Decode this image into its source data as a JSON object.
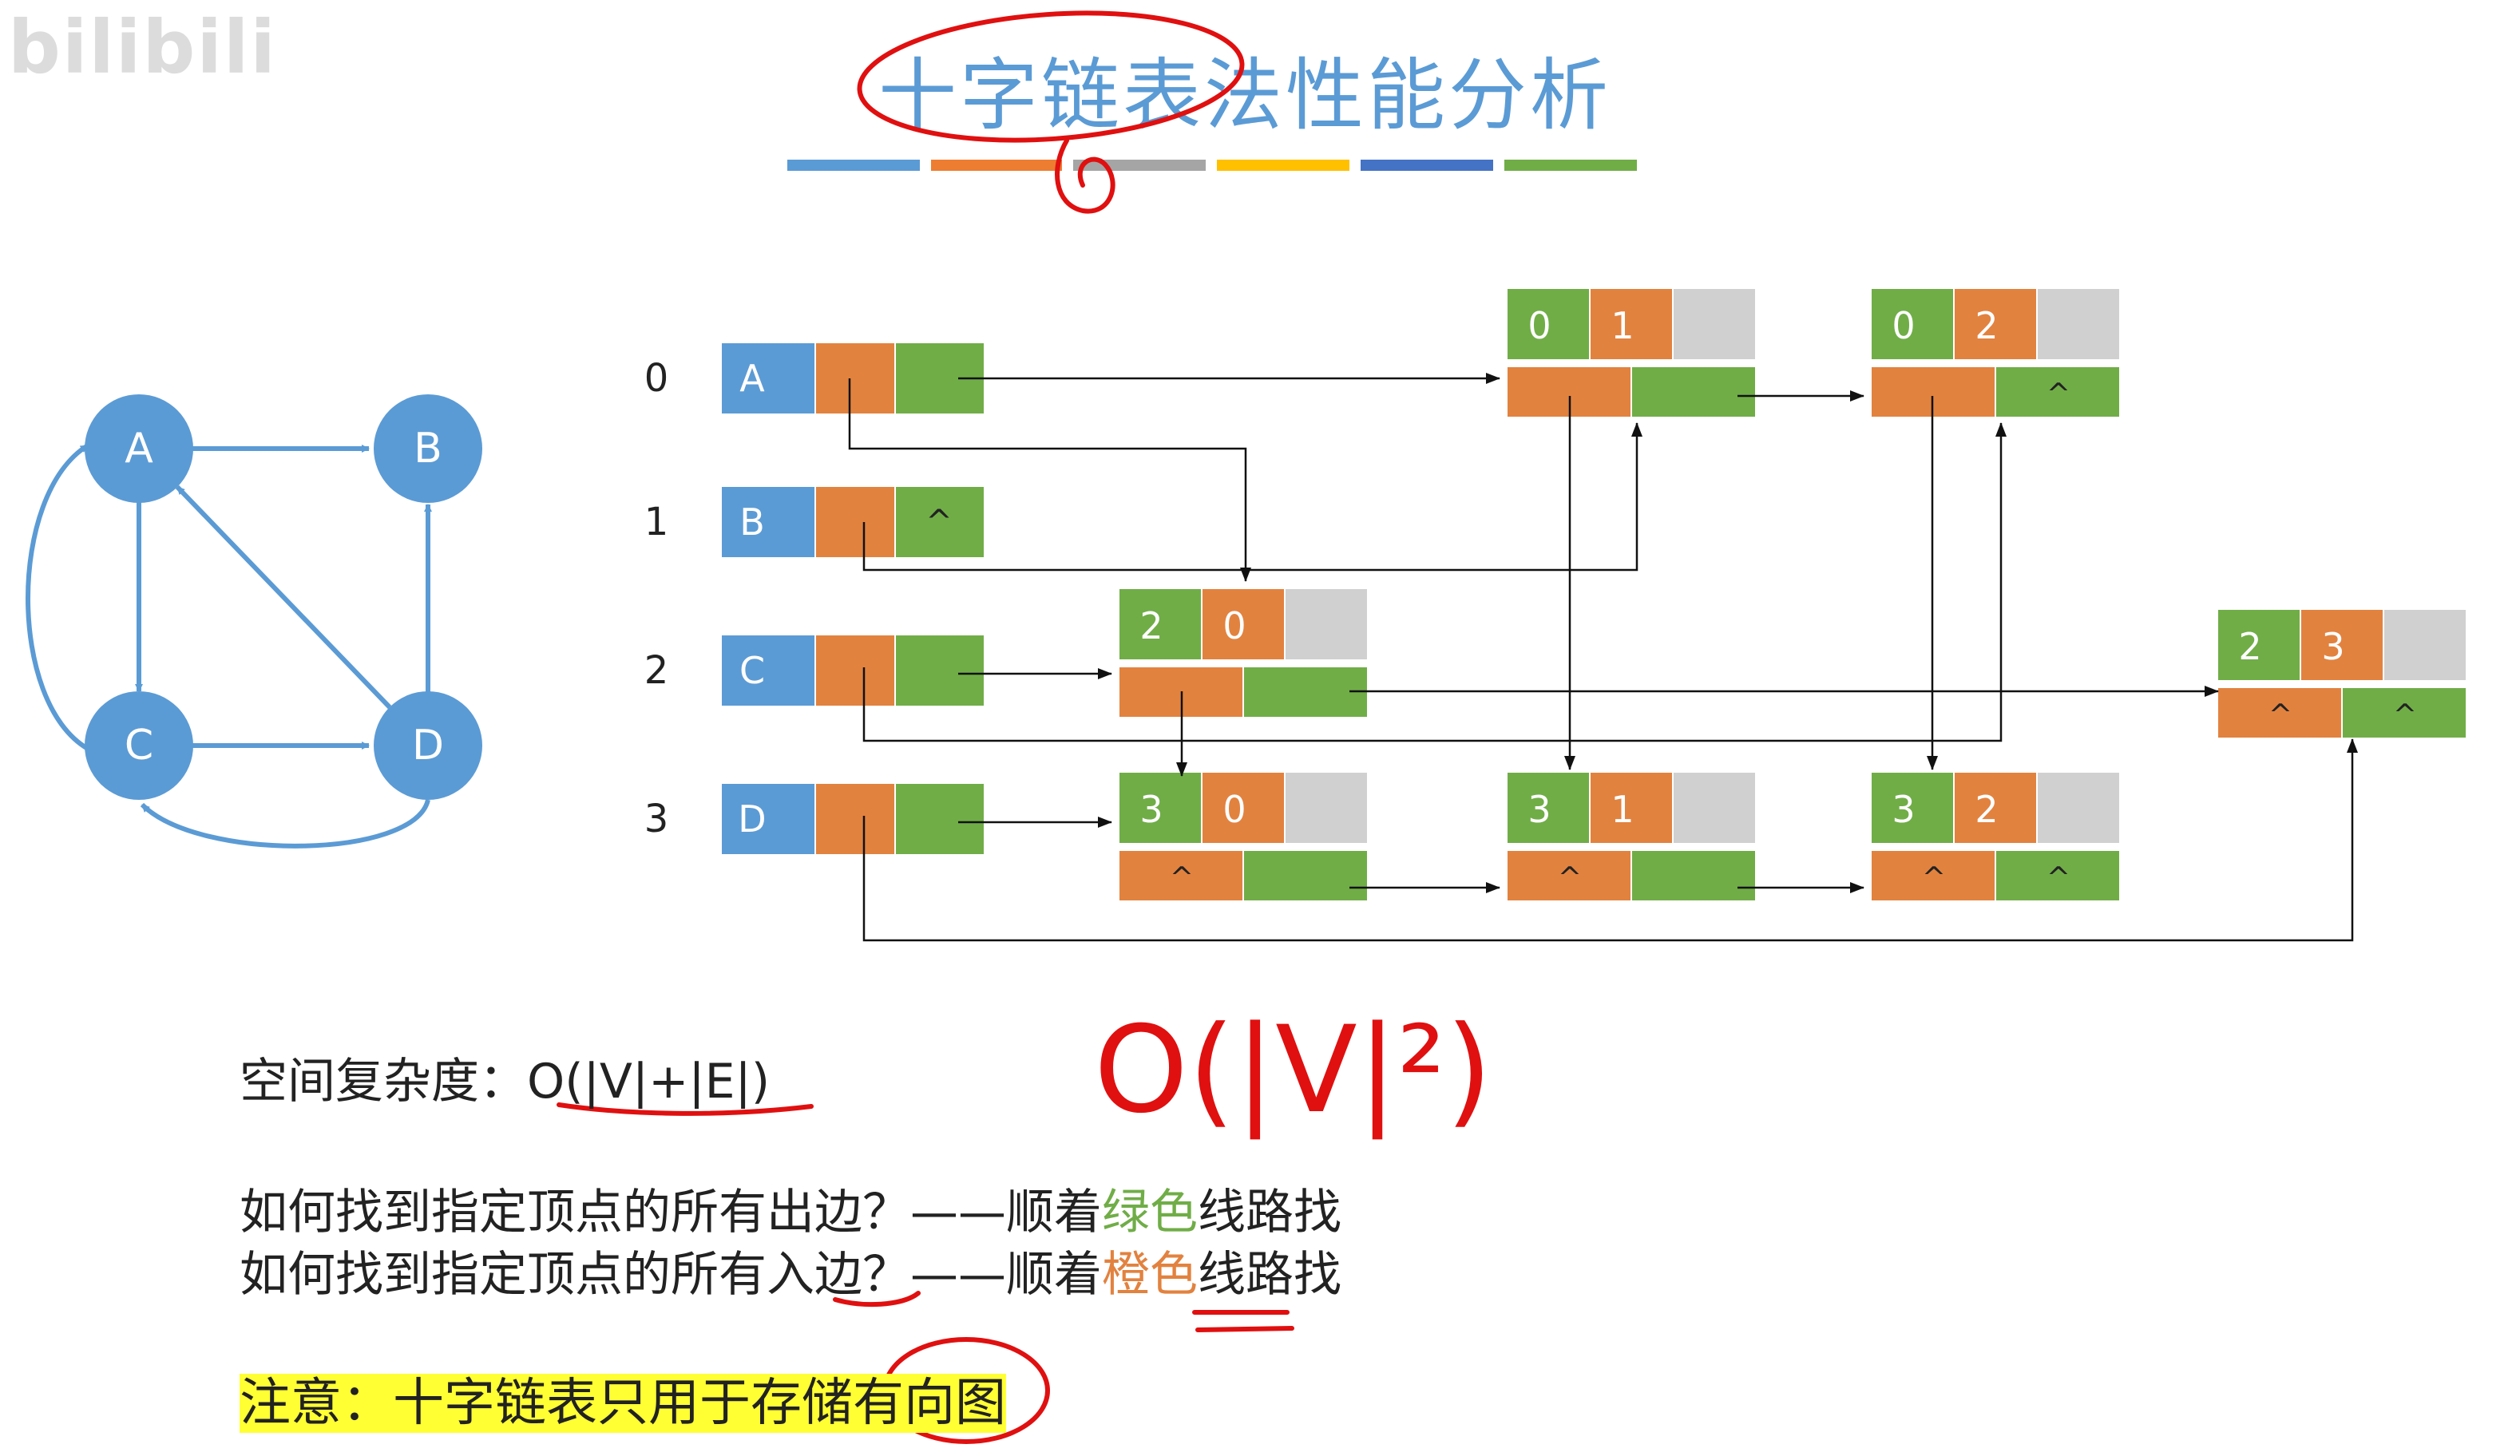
{
  "watermark": "bilibili",
  "title": "十字链表法性能分析",
  "title_bar_colors": [
    "#5b9bd5",
    "#ed7d31",
    "#a5a5a5",
    "#ffc000",
    "#4472c4",
    "#70ad47"
  ],
  "colors": {
    "vertex": "#5b9bd5",
    "orange": "#e2823f",
    "green": "#70ad47",
    "gray": "#d0d0d0",
    "annotation": "#e01010",
    "highlight": "#ffff33"
  },
  "graph": {
    "nodes": [
      "A",
      "B",
      "C",
      "D"
    ]
  },
  "rows": [
    {
      "index": "0",
      "vertex": "A"
    },
    {
      "index": "1",
      "vertex": "B"
    },
    {
      "index": "2",
      "vertex": "C"
    },
    {
      "index": "3",
      "vertex": "D"
    }
  ],
  "null_symbol": "^",
  "arcs": [
    {
      "tail": "0",
      "head": "1"
    },
    {
      "tail": "0",
      "head": "2"
    },
    {
      "tail": "2",
      "head": "0"
    },
    {
      "tail": "2",
      "head": "3"
    },
    {
      "tail": "3",
      "head": "0"
    },
    {
      "tail": "3",
      "head": "1"
    },
    {
      "tail": "3",
      "head": "2"
    }
  ],
  "space": {
    "label": "空间复杂度：",
    "value": "O(|V|+|E|)"
  },
  "handwritten": "O(|V|²)",
  "q1": {
    "prefix": "如何找到指定顶点的所有出边？——顺着",
    "color_word": "绿色",
    "suffix": "线路找"
  },
  "q2": {
    "prefix": "如何找到指定顶点的所有入边？——顺着",
    "color_word": "橙色",
    "suffix": "线路找"
  },
  "note": "注意：十字链表只用于存储有向图"
}
